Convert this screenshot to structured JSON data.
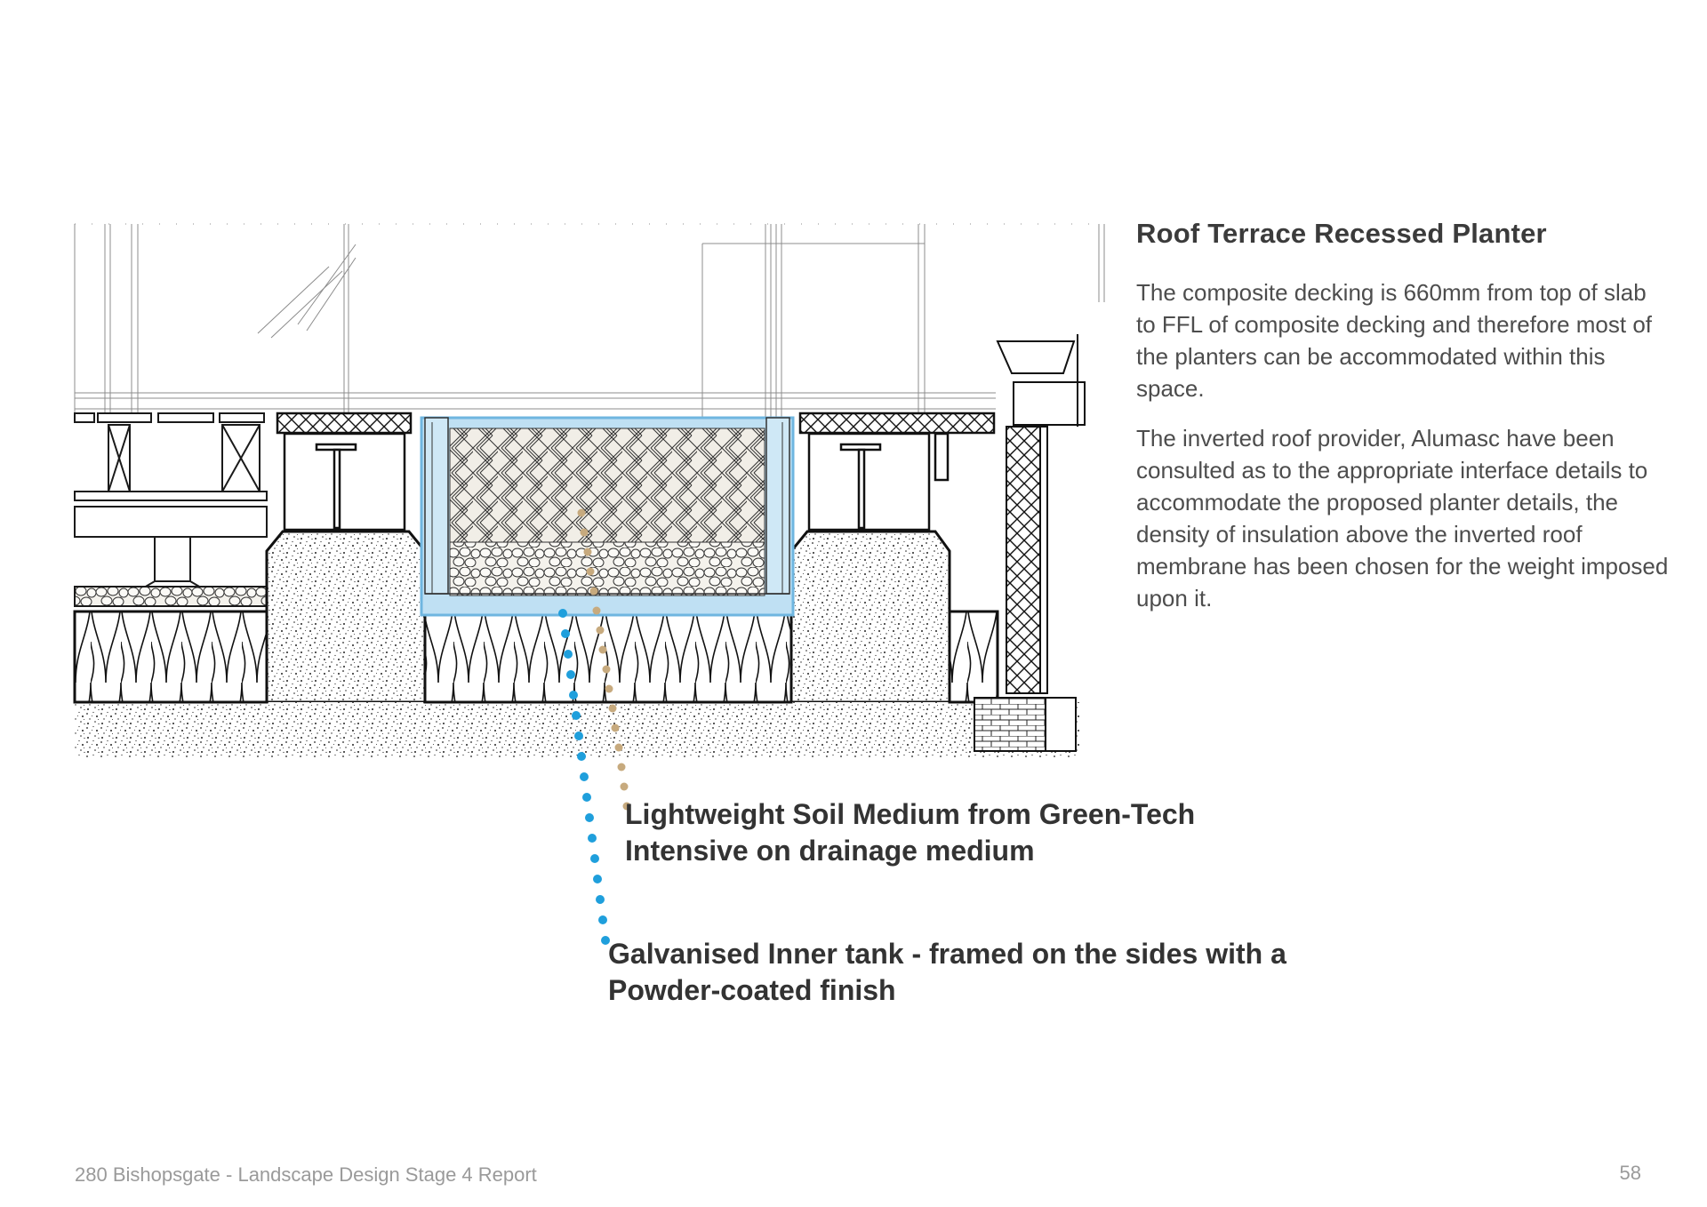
{
  "panel": {
    "title": "Roof  Terrace Recessed Planter",
    "paragraph1": "The composite decking is 660mm from top of slab to FFL of composite decking and therefore most of the planters can be accommodated within this space.",
    "paragraph2": "The inverted roof provider, Alumasc have been consulted as to the appropriate interface details to accommodate the proposed planter details, the density of insulation above the inverted roof membrane has been chosen for the weight imposed upon it."
  },
  "callouts": {
    "soil": {
      "line1": "Lightweight Soil Medium from Green-Tech",
      "line2": "Intensive on drainage medium",
      "color": "#c7aa7e"
    },
    "tank": {
      "line1": "Galvanised Inner tank - framed on the sides with a",
      "line2": "Powder-coated finish",
      "color": "#1f9fdc"
    }
  },
  "footer": {
    "title": "280 Bishopsgate - Landscape Design Stage 4 Report",
    "page_number": "58"
  },
  "colors": {
    "tank_fill": "#bfe0f3",
    "tank_stroke": "#6fb6e0",
    "line": "#1a1a1a"
  }
}
